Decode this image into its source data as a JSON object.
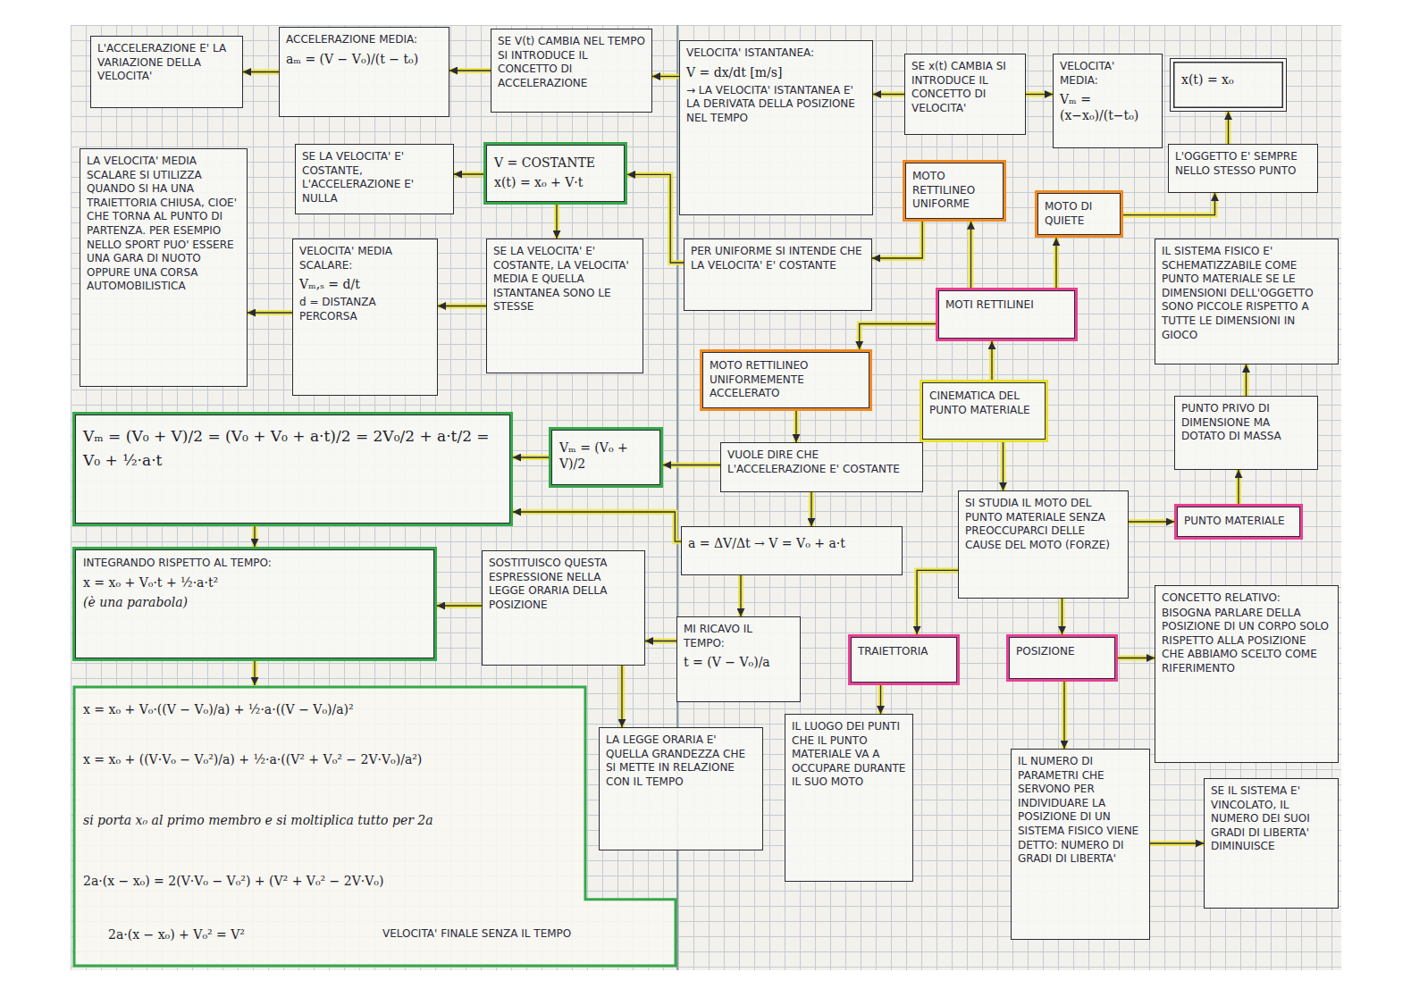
{
  "diagram": {
    "nodes": [
      {
        "text": [
          "L'ACCELERAZIONE E' LA VARIAZIONE DELLA VELOCITA'"
        ]
      },
      {
        "text": [
          "ACCELERAZIONE MEDIA:",
          "aₘ = (V − V₀)/(t − t₀)"
        ]
      },
      {
        "text": [
          "SE V(t) CAMBIA NEL TEMPO SI INTRODUCE IL CONCETTO DI ACCELERAZIONE"
        ]
      },
      {
        "text": [
          "VELOCITA' ISTANTANEA:",
          "V = dx/dt [m/s]",
          "→ LA VELOCITA' ISTANTANEA E' LA DERIVATA DELLA POSIZIONE NEL TEMPO"
        ]
      },
      {
        "text": [
          "SE x(t) CAMBIA SI INTRODUCE IL CONCETTO DI VELOCITA'"
        ]
      },
      {
        "text": [
          "VELOCITA' MEDIA:",
          "Vₘ = (x−x₀)/(t−t₀)"
        ]
      },
      {
        "text": [
          "x(t) = x₀"
        ]
      },
      {
        "text": [
          "L'OGGETTO E' SEMPRE NELLO STESSO PUNTO"
        ]
      },
      {
        "text": [
          "MOTO RETTILINEO UNIFORME"
        ]
      },
      {
        "text": [
          "MOTO DI QUIETE"
        ]
      },
      {
        "text": [
          "MOTI RETTILINEI"
        ]
      },
      {
        "text": [
          "PER UNIFORME SI INTENDE CHE LA VELOCITA' E' COSTANTE"
        ]
      },
      {
        "text": [
          "V = COSTANTE",
          "x(t) = x₀ + V·t"
        ]
      },
      {
        "text": [
          "SE LA VELOCITA' E' COSTANTE, L'ACCELERAZIONE E' NULLA"
        ]
      },
      {
        "text": [
          "SE LA VELOCITA' E' COSTANTE, LA VELOCITA' MEDIA E QUELLA ISTANTANEA SONO LE STESSE"
        ]
      },
      {
        "text": [
          "VELOCITA' MEDIA SCALARE:",
          "Vₘ,ₛ = d/t",
          "d = DISTANZA PERCORSA"
        ]
      },
      {
        "text": [
          "LA VELOCITA' MEDIA SCALARE SI UTILIZZA QUANDO SI HA UNA TRAIETTORIA CHIUSA, CIOE' CHE TORNA AL PUNTO DI PARTENZA. PER ESEMPIO NELLO SPORT PUO' ESSERE UNA GARA DI NUOTO OPPURE UNA CORSA AUTOMOBILISTICA"
        ]
      },
      {
        "text": [
          "MOTO RETTILINEO UNIFORMEMENTE ACCELERATO"
        ]
      },
      {
        "text": [
          "CINEMATICA DEL PUNTO MATERIALE"
        ]
      },
      {
        "text": [
          "SI STUDIA IL MOTO DEL PUNTO MATERIALE SENZA PREOCCUPARCI DELLE CAUSE DEL MOTO (FORZE)"
        ]
      },
      {
        "text": [
          "PUNTO MATERIALE"
        ]
      },
      {
        "text": [
          "PUNTO PRIVO DI DIMENSIONE MA DOTATO DI MASSA"
        ]
      },
      {
        "text": [
          "IL SISTEMA FISICO E' SCHEMATIZZABILE COME PUNTO MATERIALE SE LE DIMENSIONI DELL'OGGETTO SONO PICCOLE RISPETTO A TUTTE LE DIMENSIONI IN GIOCO"
        ]
      },
      {
        "text": [
          "VUOLE DIRE CHE L'ACCELERAZIONE E' COSTANTE"
        ]
      },
      {
        "text": [
          "Vₘ = (V₀ + V)/2"
        ]
      },
      {
        "text": [
          "Vₘ = (V₀ + V)/2 = (V₀ + V₀ + a·t)/2 = 2V₀/2 + a·t/2 = V₀ + ½·a·t"
        ]
      },
      {
        "text": [
          "a = ΔV/Δt → V = V₀ + a·t"
        ]
      },
      {
        "text": [
          "MI RICAVO IL TEMPO:",
          "t = (V − V₀)/a"
        ]
      },
      {
        "text": [
          "SOSTITUISCO QUESTA ESPRESSIONE NELLA LEGGE ORARIA DELLA POSIZIONE"
        ]
      },
      {
        "text": [
          "INTEGRANDO RISPETTO AL TEMPO:",
          "x = x₀ + V₀·t + ½·a·t²",
          "(è una parabola)"
        ]
      },
      {
        "text": [
          "LA LEGGE ORARIA E' QUELLA GRANDEZZA CHE SI METTE IN RELAZIONE CON IL TEMPO"
        ]
      },
      {
        "text": [
          "x = x₀ + V₀·((V − V₀)/a) + ½·a·((V − V₀)/a)²",
          "x = x₀ + ((V·V₀ − V₀²)/a) + ½·a·((V² + V₀² − 2V·V₀)/a²)",
          "si porta x₀ al primo membro e si moltiplica tutto per 2a",
          "2a·(x − x₀) = 2(V·V₀ − V₀²) + (V² + V₀² − 2V·V₀)",
          "2a·(x − x₀) + V₀² = V²",
          "VELOCITA' FINALE SENZA IL TEMPO"
        ]
      },
      {
        "text": [
          "TRAIETTORIA"
        ]
      },
      {
        "text": [
          "IL LUOGO DEI PUNTI CHE IL PUNTO MATERIALE VA A OCCUPARE DURANTE IL SUO MOTO"
        ]
      },
      {
        "text": [
          "POSIZIONE"
        ]
      },
      {
        "text": [
          "CONCETTO RELATIVO:",
          "BISOGNA PARLARE DELLA POSIZIONE DI UN CORPO SOLO RISPETTO ALLA POSIZIONE CHE ABBIAMO SCELTO COME RIFERIMENTO"
        ]
      },
      {
        "text": [
          "IL NUMERO DI PARAMETRI CHE SERVONO PER INDIVIDUARE LA POSIZIONE DI UN SISTEMA FISICO VIENE DETTO: NUMERO DI GRADI DI LIBERTA'"
        ]
      },
      {
        "text": [
          "SE IL SISTEMA E' VINCOLATO, IL NUMERO DEI SUOI GRADI DI LIBERTA' DIMINUISCE"
        ]
      }
    ],
    "edges": [
      {
        "from": 2,
        "to": 1,
        "arrow": "to"
      },
      {
        "from": 1,
        "to": 0,
        "arrow": "to"
      },
      {
        "from": 3,
        "to": 2,
        "arrow": "to"
      },
      {
        "from": 4,
        "to": 3,
        "arrow": "to"
      },
      {
        "from": 4,
        "to": 5,
        "arrow": "to"
      },
      {
        "from": 7,
        "to": 6,
        "arrow": "to"
      },
      {
        "from": 9,
        "to": 7,
        "arrow": "to"
      },
      {
        "from": 10,
        "to": 8,
        "arrow": "to"
      },
      {
        "from": 10,
        "to": 9,
        "arrow": "to"
      },
      {
        "from": 8,
        "to": 11,
        "arrow": "to"
      },
      {
        "from": 11,
        "to": 12,
        "arrow": "to"
      },
      {
        "from": 12,
        "to": 13,
        "arrow": "to"
      },
      {
        "from": 12,
        "to": 14,
        "arrow": "to"
      },
      {
        "from": 14,
        "to": 15,
        "arrow": "to"
      },
      {
        "from": 15,
        "to": 16,
        "arrow": "to"
      },
      {
        "from": 10,
        "to": 17,
        "arrow": "to"
      },
      {
        "from": 18,
        "to": 10,
        "arrow": "to"
      },
      {
        "from": 18,
        "to": 19,
        "arrow": "to"
      },
      {
        "from": 19,
        "to": 20,
        "arrow": "to"
      },
      {
        "from": 20,
        "to": 21,
        "arrow": "to"
      },
      {
        "from": 21,
        "to": 22,
        "arrow": "to"
      },
      {
        "from": 17,
        "to": 23,
        "arrow": "to"
      },
      {
        "from": 23,
        "to": 24,
        "arrow": "to"
      },
      {
        "from": 24,
        "to": 25,
        "arrow": "to"
      },
      {
        "from": 23,
        "to": 26,
        "arrow": "to"
      },
      {
        "from": 26,
        "to": 25,
        "arrow": "to"
      },
      {
        "from": 26,
        "to": 27,
        "arrow": "to"
      },
      {
        "from": 27,
        "to": 28,
        "arrow": "to"
      },
      {
        "from": 25,
        "to": 29,
        "arrow": "to"
      },
      {
        "from": 28,
        "to": 29,
        "arrow": "to"
      },
      {
        "from": 28,
        "to": 30,
        "arrow": "to"
      },
      {
        "from": 29,
        "to": 31,
        "arrow": "to"
      },
      {
        "from": 19,
        "to": 32,
        "arrow": "to"
      },
      {
        "from": 32,
        "to": 33,
        "arrow": "to"
      },
      {
        "from": 19,
        "to": 34,
        "arrow": "to"
      },
      {
        "from": 34,
        "to": 35,
        "arrow": "to"
      },
      {
        "from": 34,
        "to": 36,
        "arrow": "to"
      },
      {
        "from": 36,
        "to": 37,
        "arrow": "to"
      }
    ]
  }
}
